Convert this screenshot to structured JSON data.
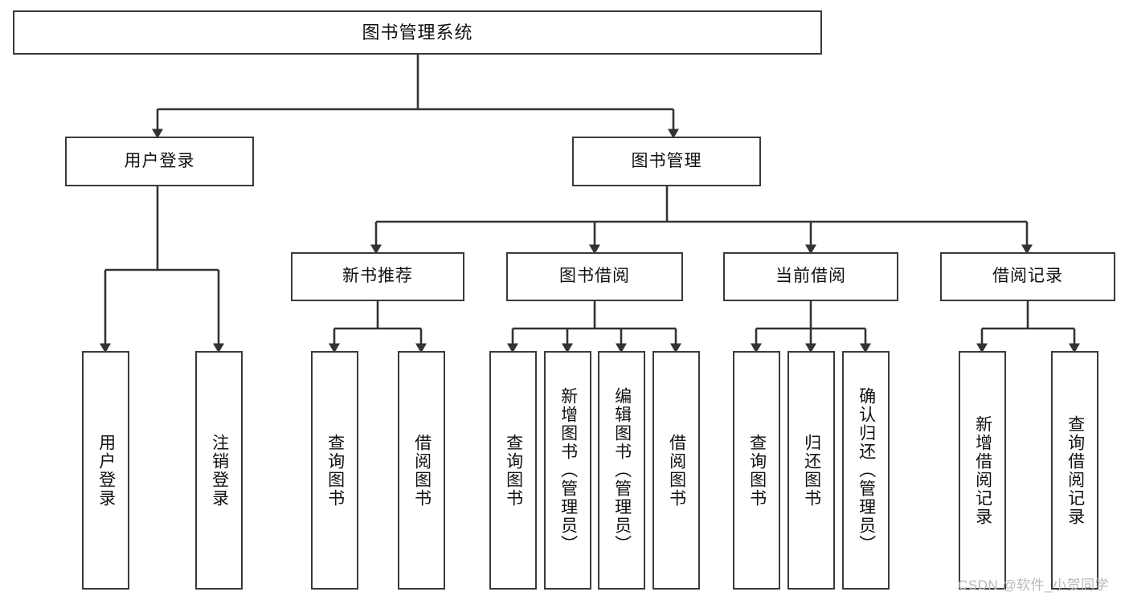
{
  "diagram": {
    "title_node": {
      "label": "图书管理系统"
    },
    "level2": [
      {
        "id": "user-login",
        "label": "用户登录"
      },
      {
        "id": "book-management",
        "label": "图书管理"
      }
    ],
    "level3": [
      {
        "id": "new-book-recommend",
        "label": "新书推荐"
      },
      {
        "id": "book-borrow",
        "label": "图书借阅"
      },
      {
        "id": "current-borrow",
        "label": "当前借阅"
      },
      {
        "id": "borrow-records",
        "label": "借阅记录"
      }
    ],
    "leaves": [
      {
        "id": "leaf-user-login",
        "label": "用户登录"
      },
      {
        "id": "leaf-logout-login",
        "label": "注销登录"
      },
      {
        "id": "leaf-query-books-1",
        "label": "查询图书"
      },
      {
        "id": "leaf-borrow-books-1",
        "label": "借阅图书"
      },
      {
        "id": "leaf-query-books-2",
        "label": "查询图书"
      },
      {
        "id": "leaf-add-book-admin",
        "label": "新增图书（管理员）"
      },
      {
        "id": "leaf-edit-book-admin",
        "label": "编辑图书（管理员）"
      },
      {
        "id": "leaf-borrow-books-2",
        "label": "借阅图书"
      },
      {
        "id": "leaf-query-books-3",
        "label": "查询图书"
      },
      {
        "id": "leaf-return-books",
        "label": "归还图书"
      },
      {
        "id": "leaf-confirm-return-admin",
        "label": "确认归还（管理员）"
      },
      {
        "id": "leaf-add-borrow-record",
        "label": "新增借阅记录"
      },
      {
        "id": "leaf-query-borrow-record",
        "label": "查询借阅记录"
      }
    ]
  },
  "watermark": {
    "text": "CSDN @软件_小贺同学"
  },
  "colors": {
    "box_border": "#3a3a3a",
    "line": "#333333",
    "background": "#ffffff",
    "watermark": "#b9b9b9"
  }
}
